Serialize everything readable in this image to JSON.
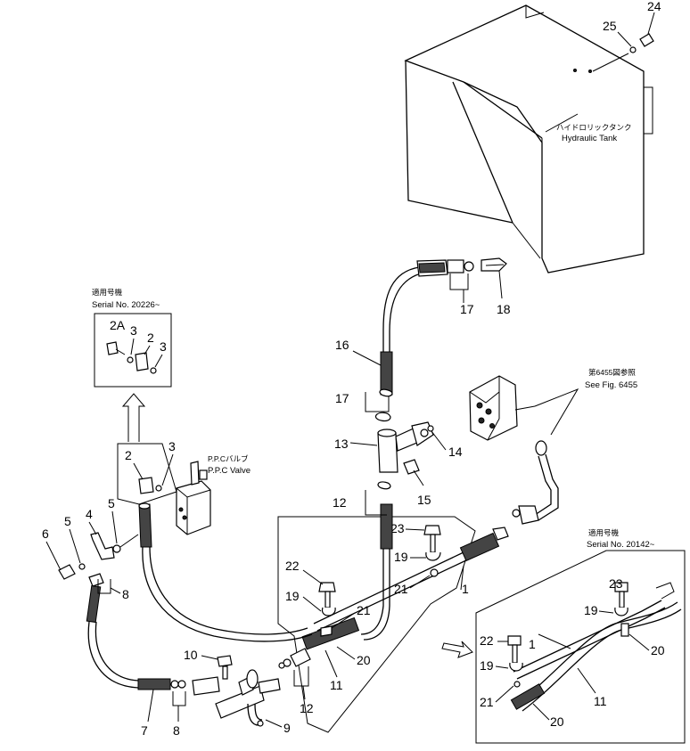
{
  "labels": {
    "tank_jp": "ハイドロリックタンク",
    "tank_en": "Hydraulic Tank",
    "serial_jp_a": "適用号機",
    "serial_a": "Serial No. 20226~",
    "serial_jp_b": "適用号機",
    "serial_b": "Serial No. 20142~",
    "ppc_jp": "P.P.Cバルブ",
    "ppc_en": "P.P.C Valve",
    "fig_jp": "第6455図参照",
    "fig_en": "See Fig. 6455"
  },
  "parts": {
    "p1": "1",
    "p1b": "1",
    "p2": "2",
    "p2b": "2",
    "p2a": "2A",
    "p3": "3",
    "p3b": "3",
    "p3c": "3",
    "p4": "4",
    "p5": "5",
    "p5b": "5",
    "p6": "6",
    "p7": "7",
    "p8": "8",
    "p8b": "8",
    "p9": "9",
    "p10": "10",
    "p11": "11",
    "p11b": "11",
    "p12": "12",
    "p12b": "12",
    "p13": "13",
    "p14": "14",
    "p15": "15",
    "p16": "16",
    "p17": "17",
    "p17b": "17",
    "p18": "18",
    "p19": "19",
    "p19b": "19",
    "p19c": "19",
    "p19d": "19",
    "p20": "20",
    "p20b": "20",
    "p20c": "20",
    "p21": "21",
    "p21b": "21",
    "p21c": "21",
    "p22": "22",
    "p22b": "22",
    "p23": "23",
    "p23b": "23",
    "p24": "24",
    "p25": "25"
  }
}
